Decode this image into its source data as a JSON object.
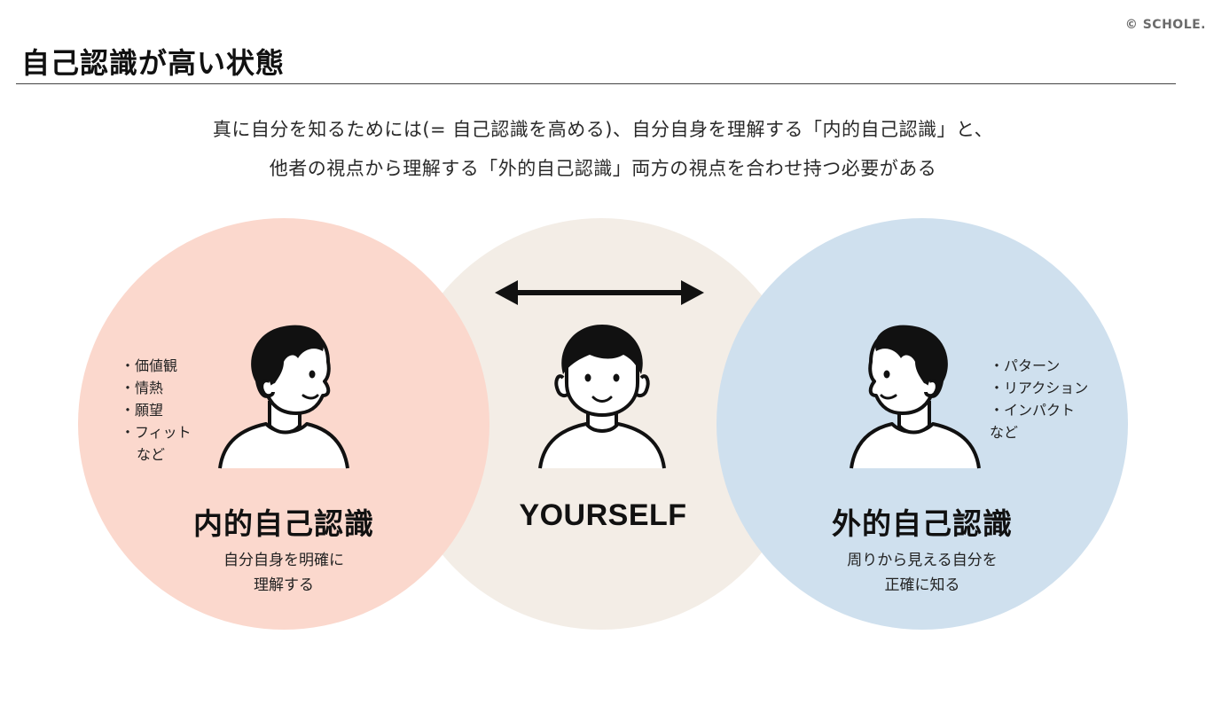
{
  "copyright": "© SCHOLE.",
  "title": "自己認識が高い状態",
  "lead": {
    "line1": "真に自分を知るためには(= 自己認識を高める)、自分自身を理解する「内的自己認識」と、",
    "line2": "他者の視点から理解する「外的自己認識」両方の視点を合わせ持つ必要がある"
  },
  "internal": {
    "heading": "内的自己認識",
    "desc_line1": "自分自身を明確に",
    "desc_line2": "理解する",
    "bullets": [
      "・価値観",
      "・情熱",
      "・願望",
      "・フィット"
    ],
    "more": "など",
    "color": "#fbd8cd"
  },
  "center": {
    "heading": "YOURSELF",
    "color": "#f3ede6"
  },
  "external": {
    "heading": "外的自己認識",
    "desc_line1": "周りから見える自分を",
    "desc_line2": "正確に知る",
    "bullets": [
      "・パターン",
      "・リアクション",
      "・インパクト"
    ],
    "more": "など",
    "color": "#cfe0ee"
  },
  "icons": {
    "arrow": "double-headed-arrow-icon",
    "person_left": "person-facing-left-icon",
    "person_center": "person-facing-front-icon",
    "person_right": "person-facing-left-icon"
  }
}
